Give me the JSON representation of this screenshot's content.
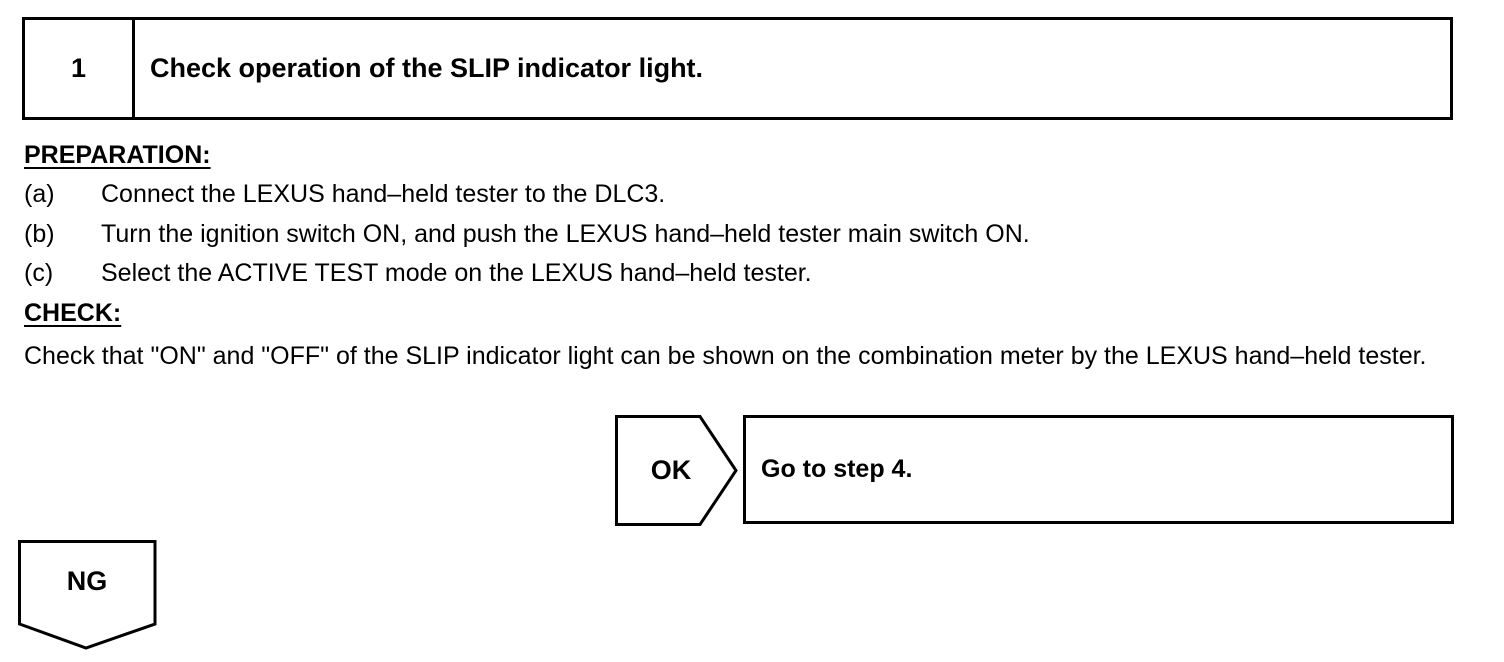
{
  "step": {
    "number": "1",
    "title": "Check operation of the SLIP indicator light."
  },
  "preparation": {
    "heading": "PREPARATION:",
    "items": [
      {
        "letter": "(a)",
        "text": "Connect the LEXUS hand–held tester to the DLC3."
      },
      {
        "letter": "(b)",
        "text": "Turn the ignition switch ON, and push the LEXUS hand–held tester main switch ON."
      },
      {
        "letter": "(c)",
        "text": "Select the ACTIVE TEST mode on the LEXUS hand–held tester."
      }
    ]
  },
  "check": {
    "heading": "CHECK:",
    "text": "Check that \"ON\" and \"OFF\" of the SLIP indicator light can be shown on the combination meter by the LEXUS hand–held tester."
  },
  "result_ok": {
    "label": "OK",
    "action": "Go to step 4."
  },
  "result_ng": {
    "label": "NG"
  }
}
